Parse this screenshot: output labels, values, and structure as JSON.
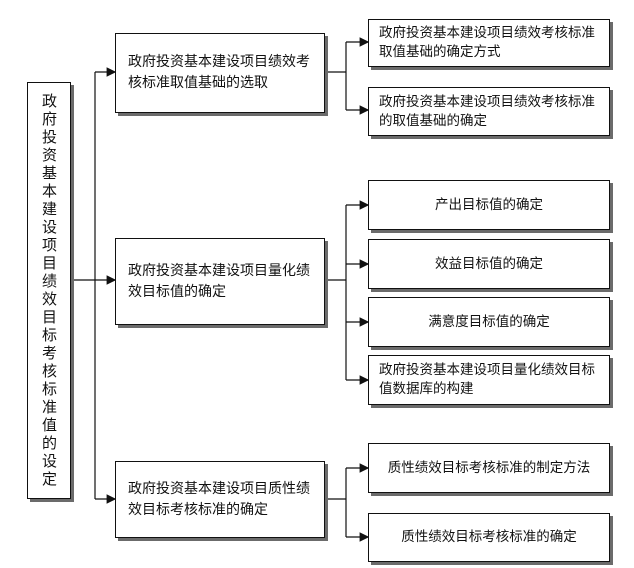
{
  "diagram": {
    "root": {
      "label": "政府投资基本建设项目绩效目标考核标准值的设定"
    },
    "branches": [
      {
        "label": "政府投资基本建设项目绩效考核标准取值基础的选取",
        "children": [
          "政府投资基本建设项目绩效考核标准取值基础的确定方式",
          "政府投资基本建设项目绩效考核标准的取值基础的确定"
        ]
      },
      {
        "label": "政府投资基本建设项目量化绩效目标值的确定",
        "children": [
          "产出目标值的确定",
          "效益目标值的确定",
          "满意度目标值的确定",
          "政府投资基本建设项目量化绩效目标值数据库的构建"
        ]
      },
      {
        "label": "政府投资基本建设项目质性绩效目标考核标准的确定",
        "children": [
          "质性绩效目标考核标准的制定方法",
          "质性绩效目标考核标准的确定"
        ]
      }
    ]
  }
}
